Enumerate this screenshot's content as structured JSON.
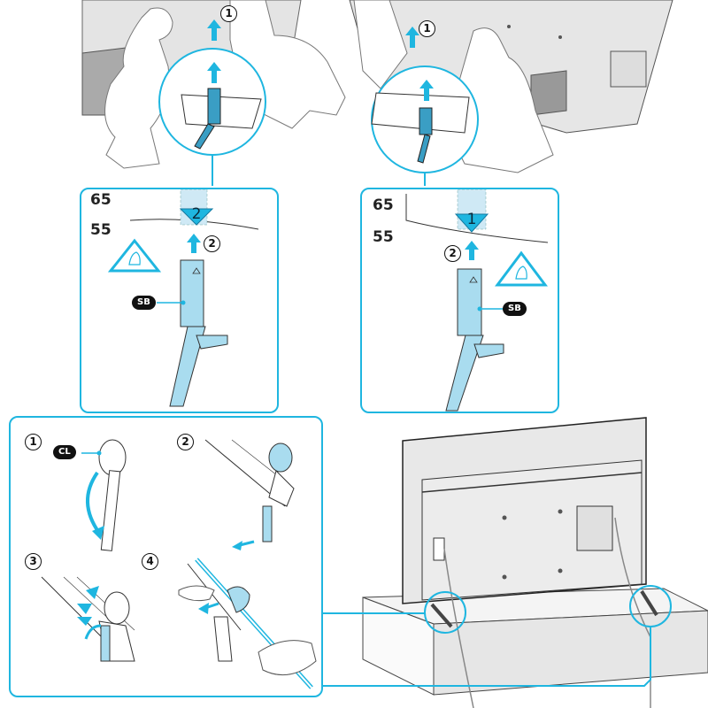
{
  "document": {
    "title": "TV stand attachment and cable clamp instructions",
    "accent_color": "#1fb6e0",
    "part_fill_color": "#a9dcef",
    "top_scenes": [
      {
        "step": "1",
        "description": "Two people lift TV; stand inserted from below"
      },
      {
        "step": "1",
        "description": "Two people lift TV; stand inserted from below (other side)"
      }
    ],
    "detail_panels": [
      {
        "size_labels": [
          "65",
          "55"
        ],
        "slot_number": "2",
        "step": "2",
        "part_label": "SB",
        "caution_icon": "pinch-caution-icon"
      },
      {
        "size_labels": [
          "65",
          "55"
        ],
        "slot_number": "1",
        "step": "2",
        "part_label": "SB",
        "caution_icon": "pinch-caution-icon"
      }
    ],
    "clamp_panel": {
      "steps": [
        {
          "number": "1",
          "part_label": "CL",
          "description": "Open cable clamp"
        },
        {
          "number": "2",
          "description": "Attach clamp to stand leg"
        },
        {
          "number": "3",
          "description": "Press clamp closed"
        },
        {
          "number": "4",
          "description": "Route cable through clamp"
        }
      ]
    },
    "final_scene": {
      "description": "Rear view of TV on stand with cables routed through clamps"
    }
  }
}
